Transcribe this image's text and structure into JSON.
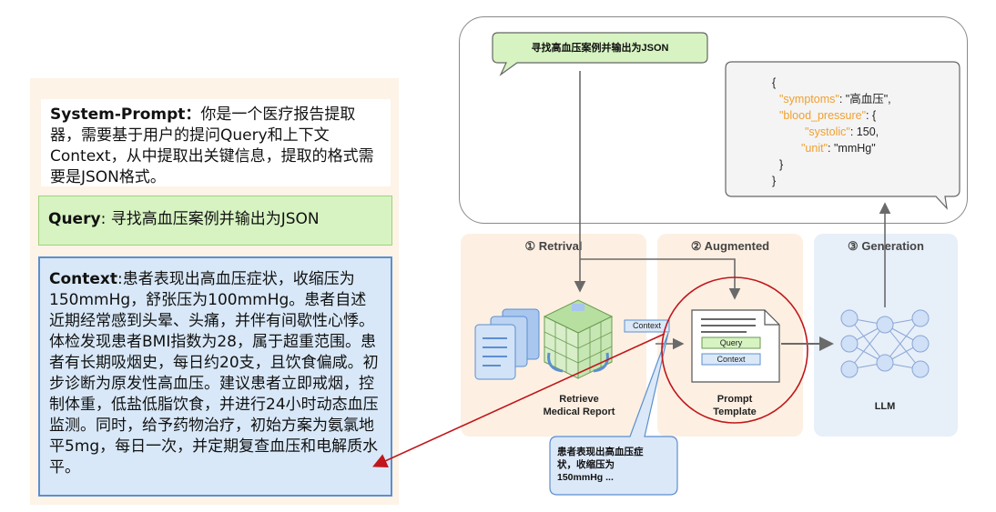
{
  "left": {
    "system_label": "System-Prompt：",
    "system_text": "你是一个医疗报告提取器，需要基于用户的提问Query和上下文Context，从中提取出关键信息，提取的格式需要是JSON格式。",
    "query_label": "Query",
    "query_text": ": 寻找高血压案例并输出为JSON",
    "context_label": "Context",
    "context_text": ":患者表现出高血压症状，收缩压为150mmHg，舒张压为100mmHg。患者自述近期经常感到头晕、头痛，并伴有间歇性心悸。体检发现患者BMI指数为28，属于超重范围。患者有长期吸烟史，每日约20支，且饮食偏咸。初步诊断为原发性高血压。建议患者立即戒烟，控制体重，低盐低脂饮食，并进行24小时动态血压监测。同时，给予药物治疗，初始方案为氨氯地平5mg，每日一次，并定期复查血压和电解质水平。"
  },
  "diagram": {
    "query_bubble": "寻找高血压案例并输出为JSON",
    "json_output": {
      "l1": "{",
      "k_symptoms": "\"symptoms\"",
      "v_symptoms": ": \"高血压\",",
      "k_bp": "\"blood_pressure\"",
      "v_bp": ": {",
      "k_sys": "\"systolic\"",
      "v_sys": ": 150,",
      "k_unit": "\"unit\"",
      "v_unit": ": \"mmHg\"",
      "l6": "}",
      "l7": "}"
    },
    "stages": {
      "retrival": "① Retrival",
      "augmented": "② Augmented",
      "generation": "③ Generation"
    },
    "retrieve_label_1": "Retrieve",
    "retrieve_label_2": "Medical Report",
    "prompt_label_1": "Prompt",
    "prompt_label_2": "Template",
    "llm_label": "LLM",
    "context_tag": "Context",
    "template_query": "Query",
    "template_context": "Context",
    "tooltip_l1": "患者表现出高血压症",
    "tooltip_l2": "状，收缩压为",
    "tooltip_l3": "150mmHg ...",
    "colors": {
      "accent_red": "#c0161c",
      "blue_border": "#5b8fd0",
      "green_fill": "#d7f3c2"
    }
  }
}
